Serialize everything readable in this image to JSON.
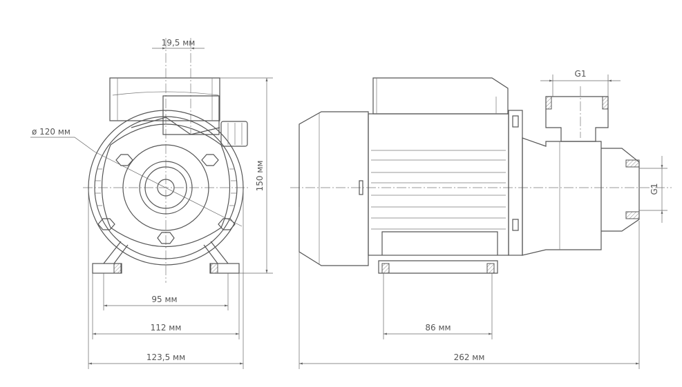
{
  "title": "Pump dimension drawing",
  "front_view": {
    "offset_label": "19,5 мм",
    "diameter_label": "ø 120 мм",
    "height_label": "150 мм",
    "foot_hole_spacing_label": "95 мм",
    "foot_width_label": "112 мм",
    "overall_width_label": "123,5 мм"
  },
  "side_view": {
    "outlet_thread_label": "G1",
    "inlet_thread_label": "G1",
    "foot_length_label": "86 мм",
    "overall_length_label": "262 мм"
  },
  "colors": {
    "line": "#555555",
    "hatch": "#888888"
  }
}
